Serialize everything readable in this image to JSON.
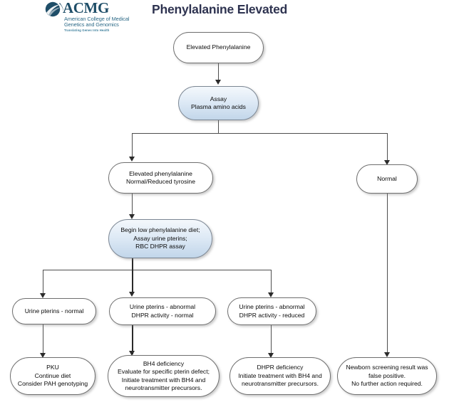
{
  "header": {
    "logo": {
      "wordmark": "ACMG",
      "subtitle": "American College of Medical Genetics and Genomics",
      "tagline": "Translating Genes Into Health",
      "mark_name": "acmg-swoosh-mark",
      "color": "#1f4e68"
    },
    "title": "Phenylalanine Elevated",
    "title_color": "#2e3350"
  },
  "chart_data": {
    "type": "diagram",
    "diagram_kind": "clinical-algorithm-flowchart",
    "title": "Phenylalanine Elevated",
    "node_style": {
      "default_fill": "#ffffff",
      "highlight_fill": "#c2d6ea",
      "border": "#6f6f6f",
      "shape": "rounded-pill"
    },
    "nodes": [
      {
        "id": "n1",
        "label": "Elevated Phenylalanine",
        "lines": [
          "Elevated Phenylalanine"
        ],
        "style": "default",
        "level": 0
      },
      {
        "id": "n2",
        "label": "Assay Plasma amino acids",
        "lines": [
          "Assay",
          "Plasma amino acids"
        ],
        "style": "highlight",
        "level": 1
      },
      {
        "id": "n3",
        "label": "Elevated phenylalanine Normal/Reduced tyrosine",
        "lines": [
          "Elevated phenylalanine",
          "Normal/Reduced tyrosine"
        ],
        "style": "default",
        "level": 2
      },
      {
        "id": "n4",
        "label": "Normal",
        "lines": [
          "Normal"
        ],
        "style": "default",
        "level": 2
      },
      {
        "id": "n5",
        "label": "Begin low phenylalanine diet; Assay urine pterins; RBC DHPR assay",
        "lines": [
          "Begin low phenylalanine diet;",
          "Assay urine pterins;",
          "RBC DHPR assay"
        ],
        "style": "highlight",
        "level": 3
      },
      {
        "id": "n6",
        "label": "Urine pterins - normal",
        "lines": [
          "Urine pterins - normal"
        ],
        "style": "default",
        "level": 4
      },
      {
        "id": "n7",
        "label": "Urine pterins - abnormal DHPR activity - normal",
        "lines": [
          "Urine pterins - abnormal",
          "DHPR activity - normal"
        ],
        "style": "default",
        "level": 4
      },
      {
        "id": "n8",
        "label": "Urine pterins - abnormal DHPR activity - reduced",
        "lines": [
          "Urine pterins - abnormal",
          "DHPR activity - reduced"
        ],
        "style": "default",
        "level": 4
      },
      {
        "id": "n9",
        "label": "PKU Continue diet Consider PAH genotyping",
        "lines": [
          "PKU",
          "Continue diet",
          "Consider PAH genotyping"
        ],
        "style": "default",
        "level": 5
      },
      {
        "id": "n10",
        "label": "BH4 deficiency",
        "lines": [
          "BH4 deficiency",
          "Evaluate for specific pterin defect;",
          "Initiate treatment with BH4 and",
          "neurotransmitter precursors."
        ],
        "style": "default",
        "level": 5
      },
      {
        "id": "n11",
        "label": "DHPR deficiency",
        "lines": [
          "DHPR deficiency",
          "Initiate treatment with BH4 and",
          "neurotransmitter precursors."
        ],
        "style": "default",
        "level": 5
      },
      {
        "id": "n12",
        "label": "Newborn screening result was false positive.",
        "lines": [
          "Newborn screening result was",
          "false positive.",
          "No further action required."
        ],
        "style": "default",
        "level": 5
      }
    ],
    "edges": [
      {
        "from": "n1",
        "to": "n2"
      },
      {
        "from": "n2",
        "to": "n3"
      },
      {
        "from": "n2",
        "to": "n4"
      },
      {
        "from": "n3",
        "to": "n5"
      },
      {
        "from": "n5",
        "to": "n6"
      },
      {
        "from": "n5",
        "to": "n7"
      },
      {
        "from": "n5",
        "to": "n8"
      },
      {
        "from": "n6",
        "to": "n9"
      },
      {
        "from": "n7",
        "to": "n10"
      },
      {
        "from": "n8",
        "to": "n11"
      },
      {
        "from": "n4",
        "to": "n12"
      }
    ]
  }
}
